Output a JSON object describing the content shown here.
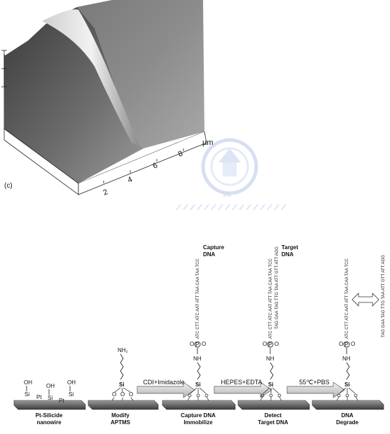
{
  "panel_c": {
    "label": "(c)",
    "axis_unit": "µm",
    "axis_ticks": [
      "2",
      "4",
      "6",
      "8"
    ],
    "watermark_text": "96"
  },
  "steps": [
    {
      "label1": "Pt-Silicide",
      "label2": "nanowire",
      "chem": [
        "OH",
        "Si",
        "OH",
        "Si",
        "Pt",
        "OH",
        "Si",
        "Pt"
      ]
    },
    {
      "label1": "Modify",
      "label2": "APTMS",
      "chem": [
        "NH₂",
        "Si",
        "O",
        "O",
        "O"
      ]
    },
    {
      "label1": "Capture DNA",
      "label2": "Immobilize",
      "chem": [
        "NH",
        "Si",
        "P",
        "O",
        "O"
      ]
    },
    {
      "label1": "Detect",
      "label2": "Target DNA",
      "chem": [
        "NH",
        "Si",
        "P",
        "O",
        "O"
      ]
    },
    {
      "label1": "DNA",
      "label2": "Degrade",
      "chem": [
        "NH",
        "Si",
        "P",
        "O",
        "O"
      ]
    }
  ],
  "arrows": [
    {
      "label": "CDI+Imidazole"
    },
    {
      "label": "HEPES+EDTA"
    },
    {
      "label": "55℃+PBS"
    }
  ],
  "dna_labels": {
    "capture_line1": "Capture",
    "capture_line2": "DNA",
    "target_line1": "Target",
    "target_line2": "DNA"
  },
  "sequences": {
    "capture": "ATC CTT ATC AAT ATT TAA CAA TAA TCC",
    "target": "TAG GAA TAG TTG TAA ATT GTT ATT AGG"
  }
}
